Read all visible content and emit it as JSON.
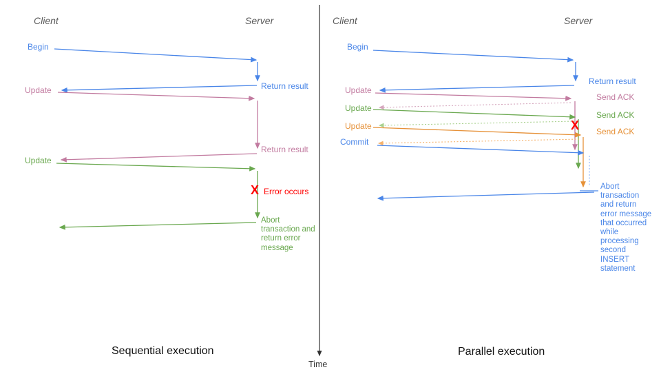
{
  "left_diagram": {
    "client_label": "Client",
    "server_label": "Server",
    "caption": "Sequential execution",
    "begin": "Begin",
    "return_result_1": "Return result",
    "update_1": "Update",
    "return_result_2": "Return result",
    "update_2": "Update",
    "error_x": "X",
    "error_occurs": "Error occurs",
    "abort_message": "Abort transaction and return error message"
  },
  "right_diagram": {
    "client_label": "Client",
    "server_label": "Server",
    "caption": "Parallel execution",
    "begin": "Begin",
    "return_result": "Return result",
    "update_1": "Update",
    "send_ack_1": "Send ACK",
    "update_2": "Update",
    "send_ack_2": "Send ACK",
    "update_3": "Update",
    "send_ack_3": "Send ACK",
    "commit": "Commit",
    "error_x": "X",
    "abort_message": "Abort transaction and return error message that occurred while processing second INSERT statement"
  },
  "time_axis": {
    "label": "Time"
  },
  "colors": {
    "blue": "#4a86e8",
    "blue-light": "#8ab4f8",
    "pink": "#c27ba0",
    "pink-light": "#d5a6bd",
    "green": "#6aa84f",
    "green-light": "#a9d18e",
    "orange": "#e69138",
    "orange-light": "#f6b26b",
    "red": "#ff0000",
    "axis": "#333333",
    "header": "#595959"
  }
}
